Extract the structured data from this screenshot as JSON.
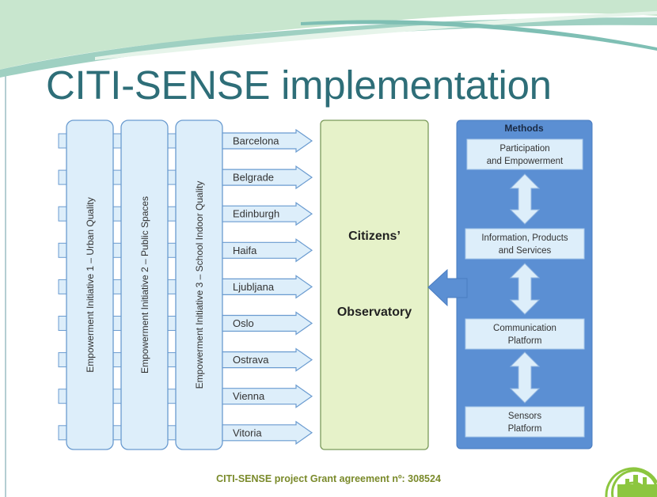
{
  "slide": {
    "title": "CITI-SENSE implementation",
    "footer": "CITI-SENSE project Grant agreement nº: 308524"
  },
  "initiatives": [
    "Empowerment Initiative 1 – Urban Quality",
    "Empowerment Initiative 2 – Public Spaces",
    "Empowerment Initiative 3 – School Indoor Quality"
  ],
  "cities": [
    "Barcelona",
    "Belgrade",
    "Edinburgh",
    "Haifa",
    "Ljubljana",
    "Oslo",
    "Ostrava",
    "Vienna",
    "Vitoria"
  ],
  "observatory": {
    "line1": "Citizens’",
    "line2": "Observatory"
  },
  "methods": {
    "title": "Methods",
    "items": [
      [
        "Participation",
        "and Empowerment"
      ],
      [
        "Information, Products",
        "and Services"
      ],
      [
        "Communication",
        "Platform"
      ],
      [
        "Sensors",
        "Platform"
      ]
    ]
  },
  "colors": {
    "title": "#2e6e78",
    "light_blue_fill": "#ddeefa",
    "blue_stroke": "#6a9bd0",
    "methods_panel": "#5b8fd3",
    "observatory_fill": "#e6f2c9",
    "footer_text": "#7a8a2a",
    "logo_green": "#8cc63f"
  }
}
